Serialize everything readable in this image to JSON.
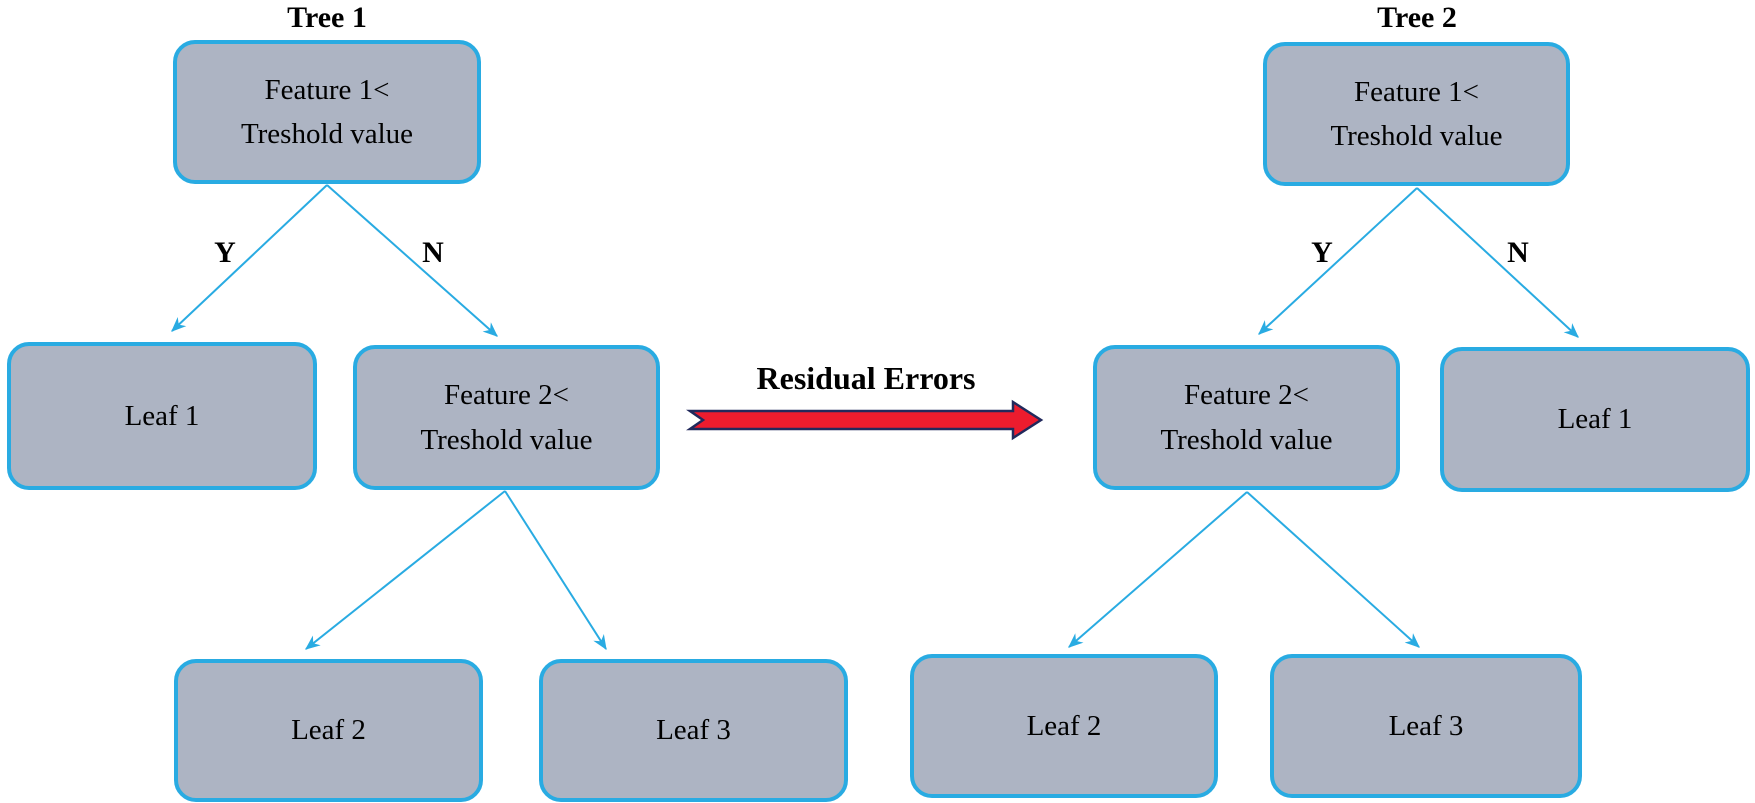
{
  "colors": {
    "node_fill": "#adb4c3",
    "node_border": "#29abe2",
    "edge_line": "#29abe2",
    "arrow_fill": "#ec1c2e",
    "arrow_outline": "#21295c",
    "label_text": "#000000"
  },
  "tree1": {
    "title": "Tree 1",
    "nodes": {
      "root": {
        "label": "Feature 1<\nTreshold value"
      },
      "leaf1": {
        "label": "Leaf 1"
      },
      "feature2": {
        "label": "Feature 2<\nTreshold value"
      },
      "leaf2": {
        "label": "Leaf 2"
      },
      "leaf3": {
        "label": "Leaf 3"
      }
    },
    "edge_labels": {
      "yes": "Y",
      "no": "N"
    }
  },
  "tree2": {
    "title": "Tree 2",
    "nodes": {
      "root": {
        "label": "Feature 1<\nTreshold value"
      },
      "feature2": {
        "label": "Feature 2<\nTreshold value"
      },
      "leaf1": {
        "label": "Leaf 1"
      },
      "leaf2": {
        "label": "Leaf 2"
      },
      "leaf3": {
        "label": "Leaf 3"
      }
    },
    "edge_labels": {
      "yes": "Y",
      "no": "N"
    }
  },
  "connector": {
    "label": "Residual Errors"
  }
}
